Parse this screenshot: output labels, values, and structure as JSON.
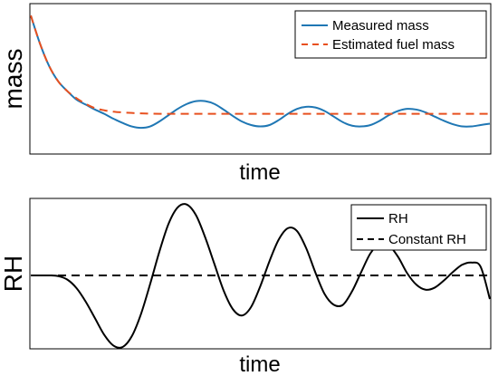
{
  "chart_data": [
    {
      "type": "line",
      "xlabel": "time",
      "ylabel": "mass",
      "title": "",
      "ticks_visible": false,
      "grid": false,
      "legend_placement": "top-right",
      "xlim": [
        0,
        100
      ],
      "ylim": [
        0,
        100
      ],
      "x": [
        0,
        2,
        4,
        6,
        8,
        10,
        12,
        14,
        16,
        18,
        20,
        22,
        24,
        26,
        28,
        30,
        32,
        34,
        36,
        38,
        40,
        42,
        44,
        46,
        48,
        50,
        52,
        54,
        56,
        58,
        60,
        62,
        64,
        66,
        68,
        70,
        72,
        74,
        76,
        78,
        80,
        82,
        84,
        86,
        88,
        90,
        92,
        94,
        96,
        98,
        100
      ],
      "series": [
        {
          "name": "Measured mass",
          "color": "#1f77b4",
          "dash": "solid",
          "values": [
            98,
            78,
            62,
            51,
            44,
            38,
            34.5,
            31,
            28,
            24.5,
            21.5,
            19,
            18,
            19,
            22.5,
            27,
            31.5,
            35,
            37,
            37,
            35,
            31,
            26.5,
            22.5,
            20,
            19,
            20,
            23.5,
            28,
            31.5,
            33,
            32.5,
            30,
            26,
            22,
            19.5,
            19,
            20,
            23,
            27,
            30,
            31.5,
            31,
            29,
            26,
            23,
            20.5,
            19,
            19,
            20,
            21
          ]
        },
        {
          "name": "Estimated fuel mass",
          "color": "#e8501f",
          "dash": "dashed",
          "values": [
            98,
            78,
            62,
            51,
            44,
            39,
            35,
            32,
            30.5,
            29.5,
            29,
            28.6,
            28.3,
            28.1,
            28,
            28,
            28,
            28,
            28,
            28,
            28,
            28,
            28,
            28,
            28,
            28,
            28,
            28,
            28,
            28,
            28,
            28,
            28,
            28,
            28,
            28,
            28,
            28,
            28,
            28,
            28,
            28,
            28,
            28,
            28,
            28,
            28,
            28,
            28,
            28,
            28
          ]
        }
      ]
    },
    {
      "type": "line",
      "xlabel": "time",
      "ylabel": "RH",
      "title": "",
      "ticks_visible": false,
      "grid": false,
      "legend_placement": "top-right",
      "xlim": [
        0,
        100
      ],
      "ylim": [
        -1,
        1
      ],
      "x": [
        0,
        2,
        4,
        6,
        8,
        10,
        12,
        14,
        16,
        18,
        20,
        22,
        24,
        26,
        28,
        30,
        32,
        34,
        36,
        38,
        40,
        42,
        44,
        46,
        48,
        50,
        52,
        54,
        56,
        58,
        60,
        62,
        64,
        66,
        68,
        70,
        72,
        74,
        76,
        78,
        80,
        82,
        84,
        86,
        88,
        90,
        92,
        94,
        96,
        98,
        100
      ],
      "series": [
        {
          "name": "RH",
          "color": "#000000",
          "dash": "solid",
          "values": [
            0,
            0,
            0,
            -0.01,
            -0.06,
            -0.18,
            -0.37,
            -0.6,
            -0.83,
            -0.98,
            -1.0,
            -0.85,
            -0.54,
            -0.12,
            0.33,
            0.72,
            0.95,
            0.99,
            0.84,
            0.53,
            0.16,
            -0.21,
            -0.47,
            -0.56,
            -0.44,
            -0.15,
            0.2,
            0.5,
            0.66,
            0.62,
            0.38,
            0.04,
            -0.26,
            -0.41,
            -0.41,
            -0.22,
            0.05,
            0.31,
            0.44,
            0.42,
            0.26,
            0.03,
            -0.13,
            -0.2,
            -0.17,
            -0.07,
            0.05,
            0.15,
            0.18,
            0.12,
            -0.33
          ]
        },
        {
          "name": "Constant RH",
          "color": "#000000",
          "dash": "dashed",
          "values": [
            0,
            0,
            0,
            0,
            0,
            0,
            0,
            0,
            0,
            0,
            0,
            0,
            0,
            0,
            0,
            0,
            0,
            0,
            0,
            0,
            0,
            0,
            0,
            0,
            0,
            0,
            0,
            0,
            0,
            0,
            0,
            0,
            0,
            0,
            0,
            0,
            0,
            0,
            0,
            0,
            0,
            0,
            0,
            0,
            0,
            0,
            0,
            0,
            0,
            0,
            0
          ]
        }
      ]
    }
  ]
}
